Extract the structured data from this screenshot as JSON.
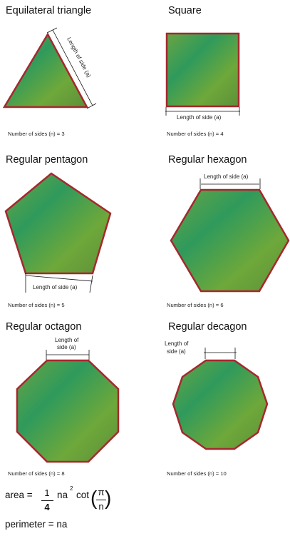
{
  "colors": {
    "fill_dark": "#2f9a5a",
    "fill_light": "#6fa63d",
    "edge": "#a5282e",
    "dim": "#111111"
  },
  "shapes": [
    {
      "name": "triangle",
      "title": "Equilateral triangle",
      "sides_text": "Number of sides (n) = 3",
      "side_label": "Length of side (a)",
      "sides": 3
    },
    {
      "name": "square",
      "title": "Square",
      "sides_text": "Number of sides (n) = 4",
      "side_label": "Length of side (a)",
      "sides": 4
    },
    {
      "name": "pentagon",
      "title": "Regular pentagon",
      "sides_text": "Number of sides (n) = 5",
      "side_label": "Length of side (a)",
      "sides": 5
    },
    {
      "name": "hexagon",
      "title": "Regular hexagon",
      "sides_text": "Number of sides (n) = 6",
      "side_label": "Length of side (a)",
      "sides": 6
    },
    {
      "name": "octagon",
      "title": "Regular octagon",
      "sides_text": "Number of sides (n) = 8",
      "side_label_line1": "Length of",
      "side_label_line2": "side (a)",
      "sides": 8
    },
    {
      "name": "decagon",
      "title": "Regular decagon",
      "sides_text": "Number of sides (n) = 10",
      "side_label_line1": "Length of",
      "side_label_line2": "side (a)",
      "sides": 10
    }
  ],
  "formulas": {
    "area_lhs": "area =",
    "area_num": "1",
    "area_den": "4",
    "area_n": "na",
    "area_exp": "2",
    "area_cot": "cot",
    "area_pi": "π",
    "area_n_den": "n",
    "perimeter": "perimeter = na"
  }
}
